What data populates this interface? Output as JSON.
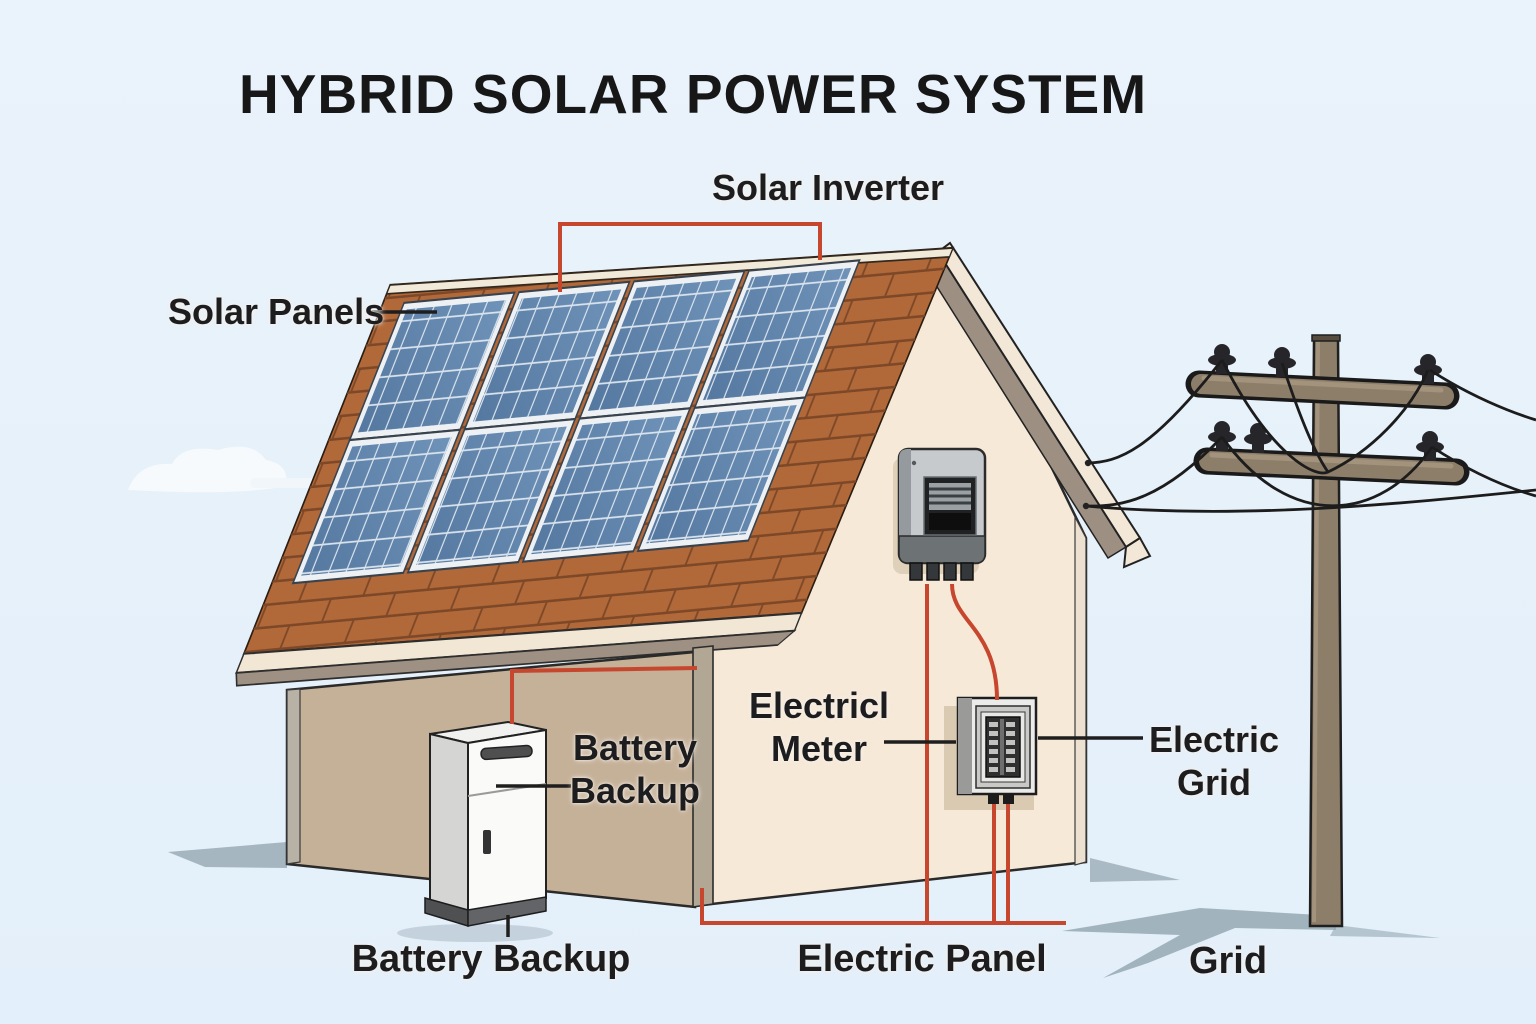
{
  "title": "HYBRID SOLAR POWER SYSTEM",
  "labels": {
    "solar_inverter": "Solar Inverter",
    "solar_panels": "Solar Panels",
    "battery_backup_wall": {
      "line1": "Battery",
      "line2": "Backup"
    },
    "electric_meter": {
      "line1": "Electricl",
      "line2": "Meter"
    },
    "electric_grid": {
      "line1": "Electric",
      "line2": "Grid"
    },
    "battery_backup_ground": "Battery Backup",
    "electric_panel": "Electric Panel",
    "grid": "Grid"
  },
  "components": [
    "solar-panel-array-2-rows-4-columns",
    "solar-inverter-wall-unit",
    "battery-backup-floor-unit",
    "electric-meter-breaker-box",
    "utility-pole-with-two-crossarms",
    "house-with-gable-roof",
    "overhead-power-lines",
    "red-dc-ac-wiring"
  ],
  "colors": {
    "sky": "#e8f2fa",
    "roof_shingles": "#b2693a",
    "panel_blue": "#5d81a8",
    "wall_tan": "#c5b098",
    "gable_cream": "#f6e9d8",
    "wire_red": "#c7462e",
    "pole_brown": "#8d7e6a",
    "label_text": "#1d1d1f",
    "shadow_gray": "#95a8b2"
  }
}
